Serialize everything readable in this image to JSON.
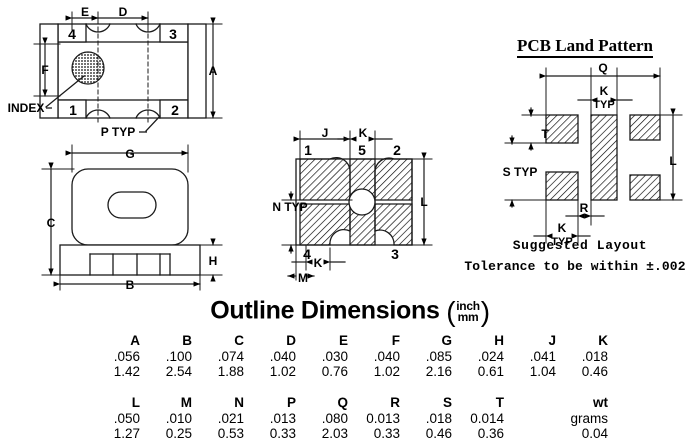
{
  "drawings": {
    "top_view": {
      "name": "top-view",
      "labels": {
        "E": "E",
        "D": "D",
        "A": "A",
        "F": "F",
        "pin4": "4",
        "pin3": "3",
        "pin1": "1",
        "pin2": "2",
        "index": "INDEX",
        "p_typ": "P  TYP"
      }
    },
    "side_view": {
      "name": "side-view",
      "labels": {
        "G": "G",
        "C": "C",
        "B": "B",
        "H": "H"
      }
    },
    "bottom_view": {
      "name": "bottom-view",
      "labels": {
        "J": "J",
        "K_top": "K",
        "K_bottom": "K",
        "L": "L",
        "M": "M",
        "N_typ": "N  TYP",
        "pin1": "1",
        "pin5": "5",
        "pin2": "2",
        "pin4": "4",
        "pin3": "3"
      }
    },
    "pcb_land_pattern": {
      "name": "pcb-land-pattern",
      "title": "PCB Land Pattern",
      "labels": {
        "Q": "Q",
        "K_top": "K",
        "typ_top": "TYP",
        "T": "T",
        "S_typ": "S  TYP",
        "L": "L",
        "R": "R",
        "K_bottom": "K",
        "typ_bottom": "TYP"
      },
      "suggested_layout": "Suggested  Layout",
      "tolerance": "Tolerance  to  be  within  ±.002"
    }
  },
  "dimensions_table": {
    "title": "Outline Dimensions",
    "unit_numerator": "inch",
    "unit_denominator": "mm",
    "paren_open": "(",
    "paren_close": ")",
    "block1": {
      "headers": [
        "A",
        "B",
        "C",
        "D",
        "E",
        "F",
        "G",
        "H",
        "J",
        "K"
      ],
      "inch": [
        ".056",
        ".100",
        ".074",
        ".040",
        ".030",
        ".040",
        ".085",
        ".024",
        ".041",
        ".018"
      ],
      "mm": [
        "1.42",
        "2.54",
        "1.88",
        "1.02",
        "0.76",
        "1.02",
        "2.16",
        "0.61",
        "1.04",
        "0.46"
      ]
    },
    "block2": {
      "headers": [
        "L",
        "M",
        "N",
        "P",
        "Q",
        "R",
        "S",
        "T",
        "",
        "wt"
      ],
      "inch": [
        ".050",
        ".010",
        ".021",
        ".013",
        ".080",
        "0.013",
        ".018",
        "0.014",
        "",
        "grams"
      ],
      "mm": [
        "1.27",
        "0.25",
        "0.53",
        "0.33",
        "2.03",
        "0.33",
        "0.46",
        "0.36",
        "",
        "0.04"
      ]
    }
  },
  "colors": {
    "line": "#1a1a1a",
    "background": "#ffffff",
    "hatch": "#000000"
  }
}
